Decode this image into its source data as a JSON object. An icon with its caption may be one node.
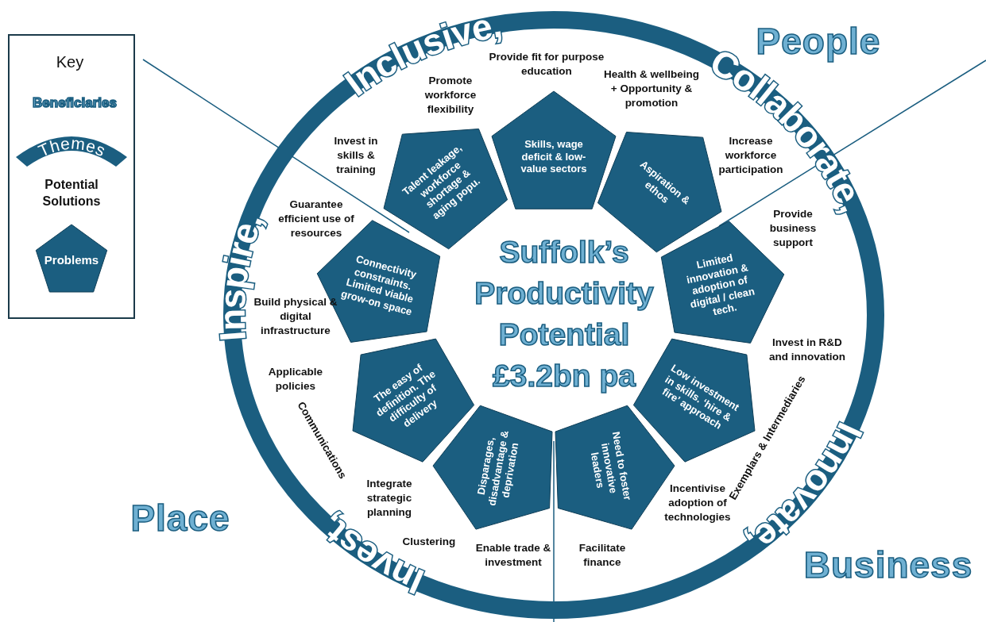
{
  "diagram": {
    "title": "Suffolk’s Productivity Potential £3.2bn pa",
    "nodes": [
      {
        "text": [
          "Inclusive,",
          "Collaborate,",
          "Innovate,",
          "Invest,",
          "Inspire,"
        ]
      },
      {
        "text": [
          "Talent leakage, workforce shortage & aging popu."
        ],
        "in": 0
      },
      {
        "text": [
          "Skills, wage deficit & low-value sectors"
        ],
        "in": 0
      },
      {
        "text": [
          "Aspiration & ethos"
        ],
        "in": 0
      },
      {
        "text": [
          "Connectivity constraints. Limited viable grow-on space"
        ],
        "in": 0
      },
      {
        "text": [
          "Limited innovation & adoption of digital / clean tech."
        ],
        "in": 0
      },
      {
        "text": [
          "The easy of definition. The difficulty of delivery"
        ],
        "in": 0
      },
      {
        "text": [
          "Low investment in skills. ‘hire & fire’ approach"
        ],
        "in": 0
      },
      {
        "text": [
          "Disparages, disadvantage & deprivation"
        ],
        "in": 0
      },
      {
        "text": [
          "Need to foster innovative leaders"
        ],
        "in": 0
      }
    ],
    "labels": [
      "Key",
      "Provide fit for purpose education",
      "Promote workforce flexibility",
      "Health & wellbeing + Opportunity & promotion",
      "Invest in skills & training",
      "Increase workforce participation",
      "Guarantee efficient use of resources",
      "Provide business support",
      "Build physical & digital infrastructure",
      "Invest in R&D and innovation",
      "Applicable policies",
      "Exemplars & Intermediaries",
      "Communications",
      "Integrate strategic planning",
      "Incentivise adoption of technologies",
      "Clustering",
      "Enable trade & investment",
      "Facilitate finance",
      "People",
      "Place",
      "Business"
    ],
    "legend": [
      {
        "text": "Beneficiaries"
      },
      {
        "text": "Themes"
      },
      {
        "text": "Potential Solutions"
      },
      {
        "text": "Problems"
      }
    ]
  }
}
